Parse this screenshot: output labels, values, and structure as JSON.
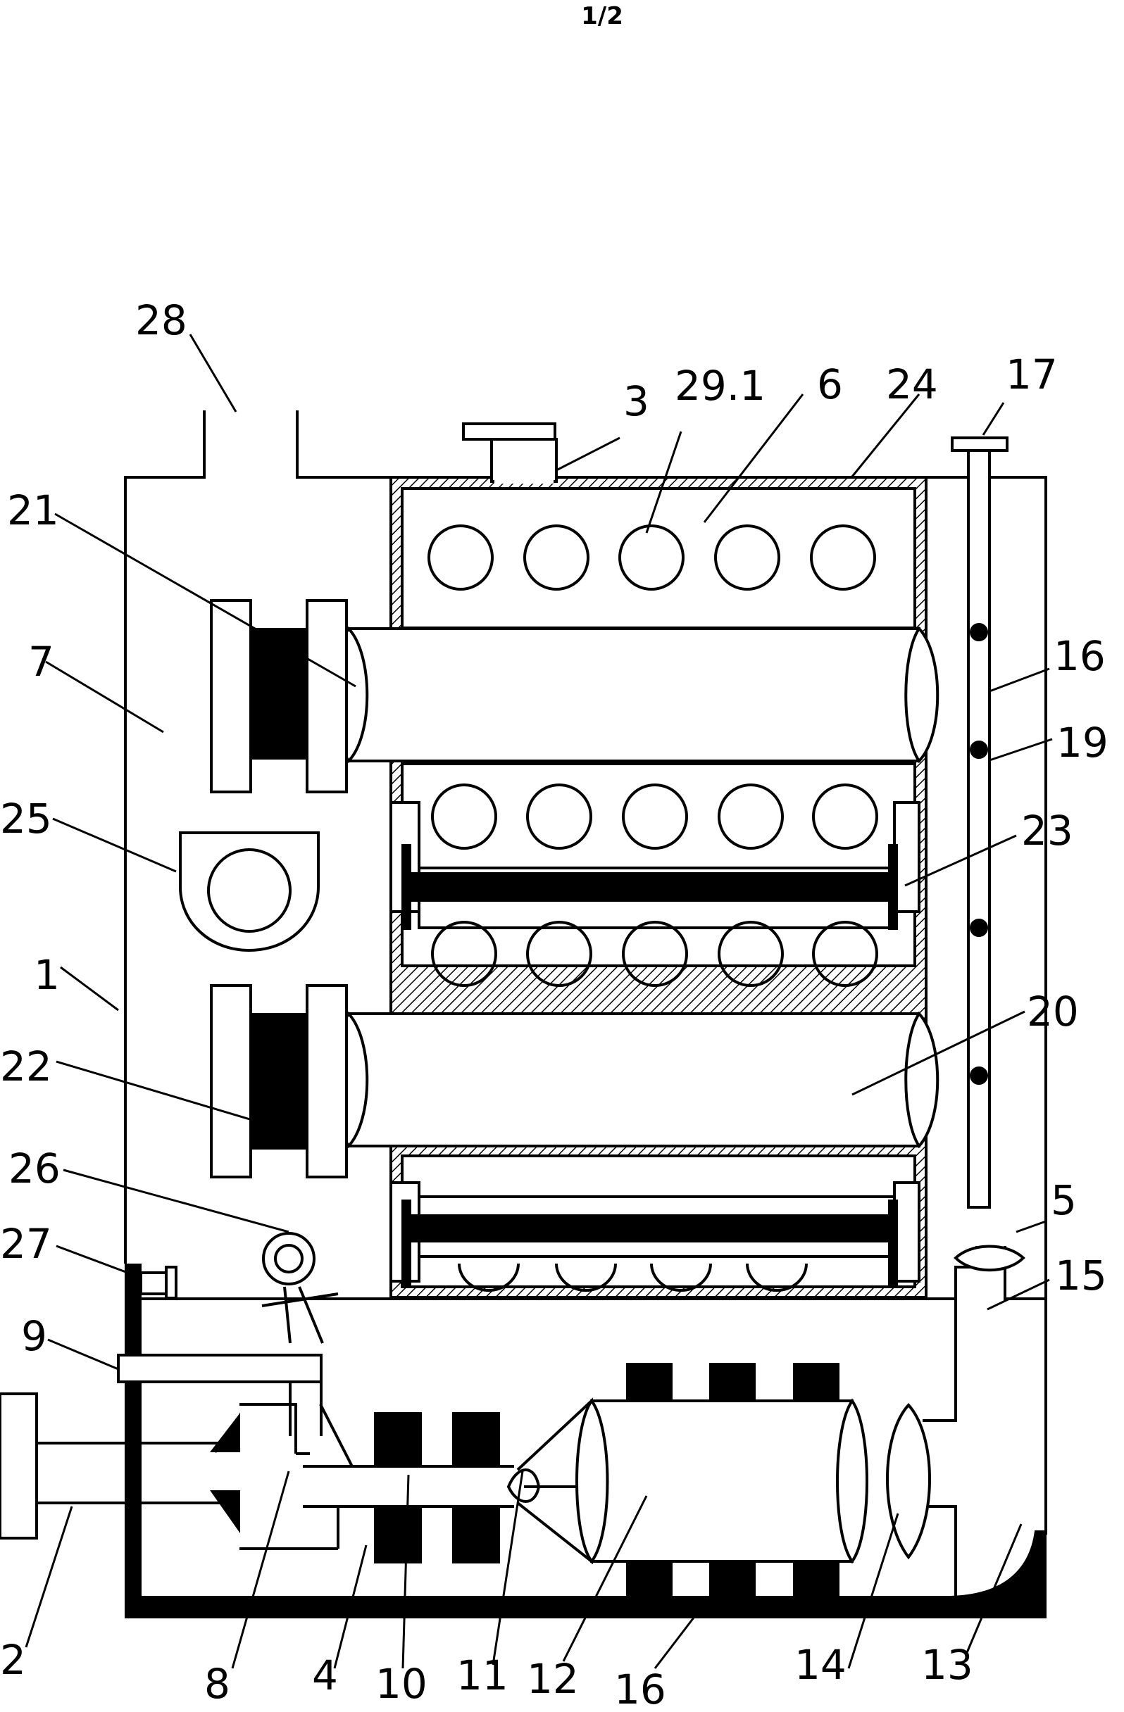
{
  "sheet": {
    "page_number": "1/2"
  },
  "labels": {
    "l1": "1",
    "l2": "2",
    "l3": "3",
    "l4": "4",
    "l5": "5",
    "l6": "6",
    "l7": "7",
    "l8": "8",
    "l9": "9",
    "l10": "10",
    "l11": "11",
    "l12": "12",
    "l13": "13",
    "l14": "14",
    "l15": "15",
    "l16a": "16",
    "l16b": "16",
    "l17": "17",
    "l19": "19",
    "l20": "20",
    "l21": "21",
    "l22": "22",
    "l23": "23",
    "l24": "24",
    "l25": "25",
    "l26": "26",
    "l27": "27",
    "l28": "28",
    "l29": "29.1"
  }
}
